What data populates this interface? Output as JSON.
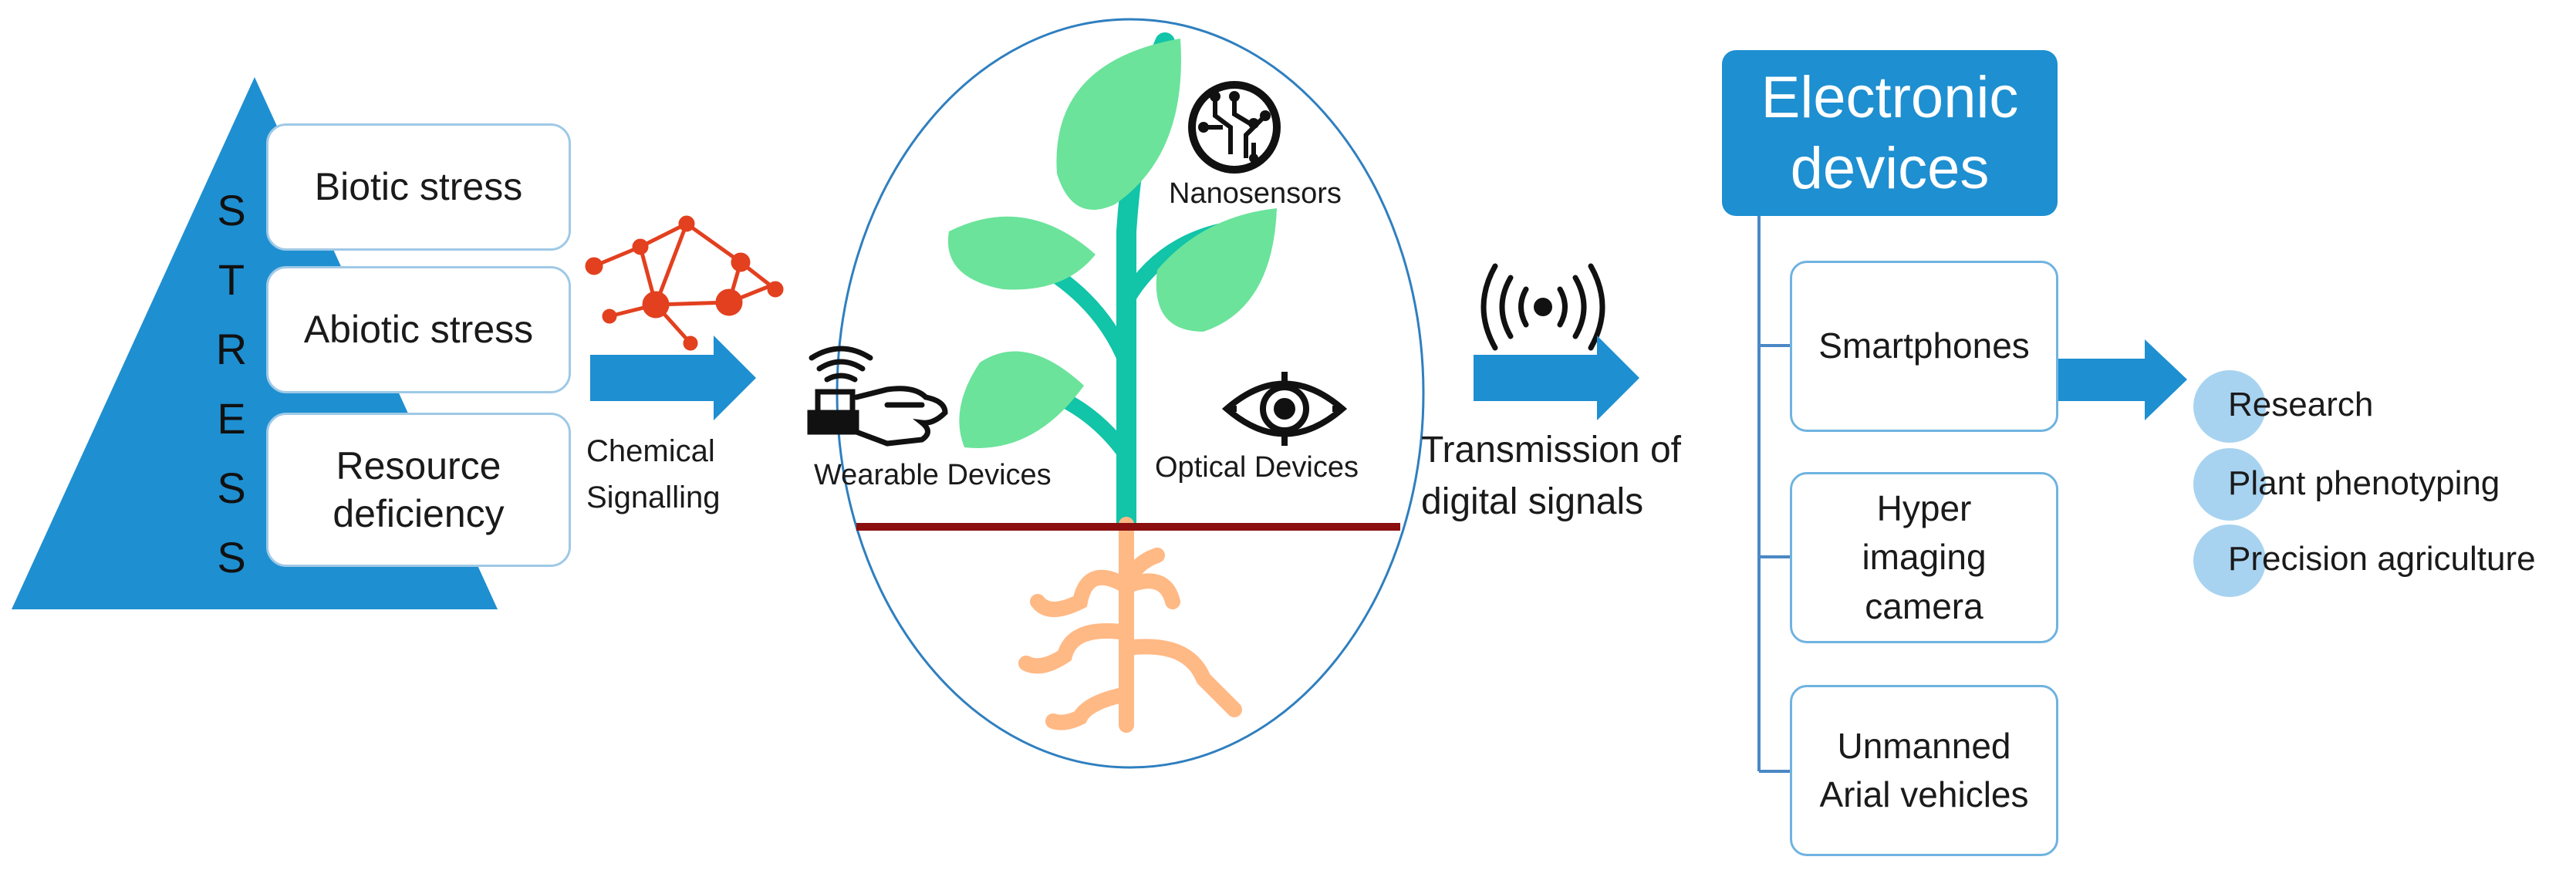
{
  "stress": {
    "letters": [
      "S",
      "T",
      "R",
      "E",
      "S",
      "S"
    ],
    "boxes": [
      "Biotic stress",
      "Abiotic stress",
      "Resource deficiency"
    ]
  },
  "signalling_label": "Chemical Signalling",
  "plant": {
    "nanosensors_label": "Nanosensors",
    "wearable_label": "Wearable Devices",
    "optical_label": "Optical Devices"
  },
  "transmission_label": "Transmission of digital signals",
  "electronic": {
    "title": "Electronic devices",
    "devices": [
      "Smartphones",
      "Hyper imaging camera",
      "Unmanned Arial vehicles"
    ]
  },
  "outputs": [
    "Research",
    "Plant phenotyping",
    "Precision agriculture"
  ],
  "colors": {
    "primary_blue": "#1e8fd1",
    "light_circle": "#a7d3f0",
    "leaf": "#6be39b",
    "stem": "#12c4a8",
    "ground": "#8b0f0f",
    "root": "#ffb985",
    "molecule": "#e2401f"
  }
}
